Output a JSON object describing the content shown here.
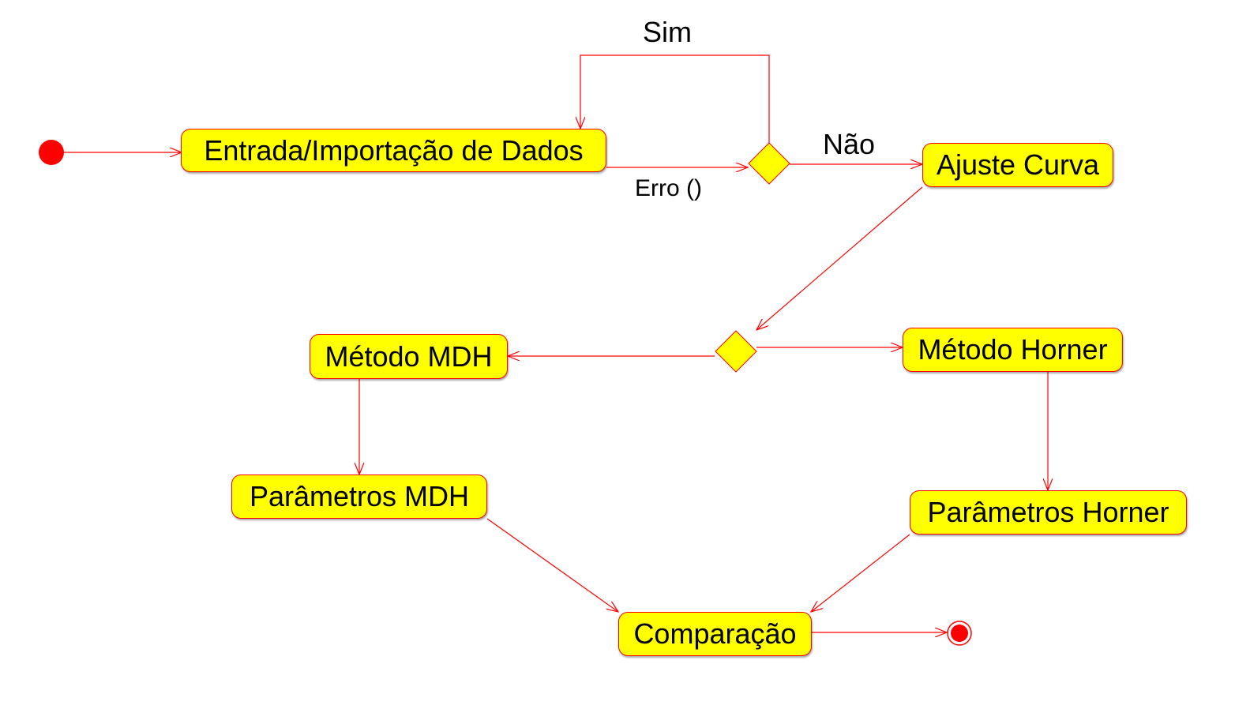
{
  "nodes": {
    "entrada": "Entrada/Importação de Dados",
    "ajuste": "Ajuste Curva",
    "metodo_mdh": "Método MDH",
    "metodo_horner": "Método Horner",
    "parametros_mdh": "Parâmetros MDH",
    "parametros_horner": "Parâmetros Horner",
    "comparacao": "Comparação"
  },
  "edge_labels": {
    "sim": "Sim",
    "nao": "Não",
    "erro": "Erro ()"
  },
  "colors": {
    "node_fill": "#ffff00",
    "line": "#ff0000",
    "start": "#ff0000"
  }
}
